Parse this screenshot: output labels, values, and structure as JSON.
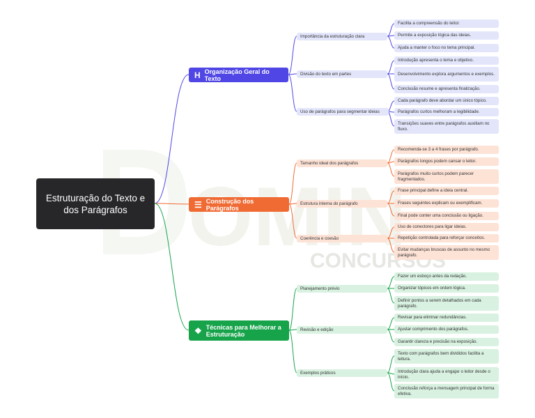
{
  "root": {
    "title": "Estruturação do Texto e dos Parágrafos"
  },
  "watermark": {
    "text": "CONCURSOS",
    "letters": "OMIN"
  },
  "branches": [
    {
      "label": "Organização Geral do Texto",
      "icon": "heading-icon",
      "glyph": "H",
      "color": "#4f46e5",
      "subs": [
        {
          "label": "Importância da estruturação clara",
          "leaves": [
            "Facilita a compreensão do leitor.",
            "Permite a exposição lógica das ideias.",
            "Ajuda a manter o foco no tema principal."
          ]
        },
        {
          "label": "Divisão do texto em partes",
          "leaves": [
            "Introdução apresenta o tema e objetivo.",
            "Desenvolvimento explora argumentos e exemplos.",
            "Conclusão resume e apresenta finalização."
          ]
        },
        {
          "label": "Uso de parágrafos para segmentar ideias",
          "leaves": [
            "Cada parágrafo deve abordar um único tópico.",
            "Parágrafos curtos melhoram a legibilidade.",
            "Transições suaves entre parágrafos auxiliam no fluxo."
          ]
        }
      ]
    },
    {
      "label": "Construção dos Parágrafos",
      "icon": "paragraph-list-icon",
      "glyph": "☰",
      "color": "#f06a33",
      "subs": [
        {
          "label": "Tamanho ideal dos parágrafos",
          "leaves": [
            "Recomenda-se 3 a 4 frases por parágrafo.",
            "Parágrafos longos podem cansar o leitor.",
            "Parágrafos muito curtos podem parecer fragmentados."
          ]
        },
        {
          "label": "Estrutura interna do parágrafo",
          "leaves": [
            "Frase principal define a ideia central.",
            "Frases seguintes explicam ou exemplificam.",
            "Final pode conter uma conclusão ou ligação."
          ]
        },
        {
          "label": "Coerência e coesão",
          "leaves": [
            "Uso de conectores para ligar ideias.",
            "Repetição controlada para reforçar conceitos.",
            "Evitar mudanças bruscas de assunto no mesmo parágrafo."
          ]
        }
      ]
    },
    {
      "label": "Técnicas para Melhorar a Estruturação",
      "icon": "sparkle-icon",
      "glyph": "❖",
      "color": "#16a34a",
      "subs": [
        {
          "label": "Planejamento prévio",
          "leaves": [
            "Fazer um esboço antes da redação.",
            "Organizar tópicos em ordem lógica.",
            "Definir pontos a serem detalhados em cada parágrafo."
          ]
        },
        {
          "label": "Revisão e edição",
          "leaves": [
            "Revisar para eliminar redundâncias.",
            "Ajustar comprimento dos parágrafos.",
            "Garantir clareza e precisão na exposição."
          ]
        },
        {
          "label": "Exemplos práticos",
          "leaves": [
            "Texto com parágrafos bem divididos facilita a leitura.",
            "Introdução clara ajuda a engajar o leitor desde o início.",
            "Conclusão reforça a mensagem principal de forma efetiva."
          ]
        }
      ]
    }
  ]
}
